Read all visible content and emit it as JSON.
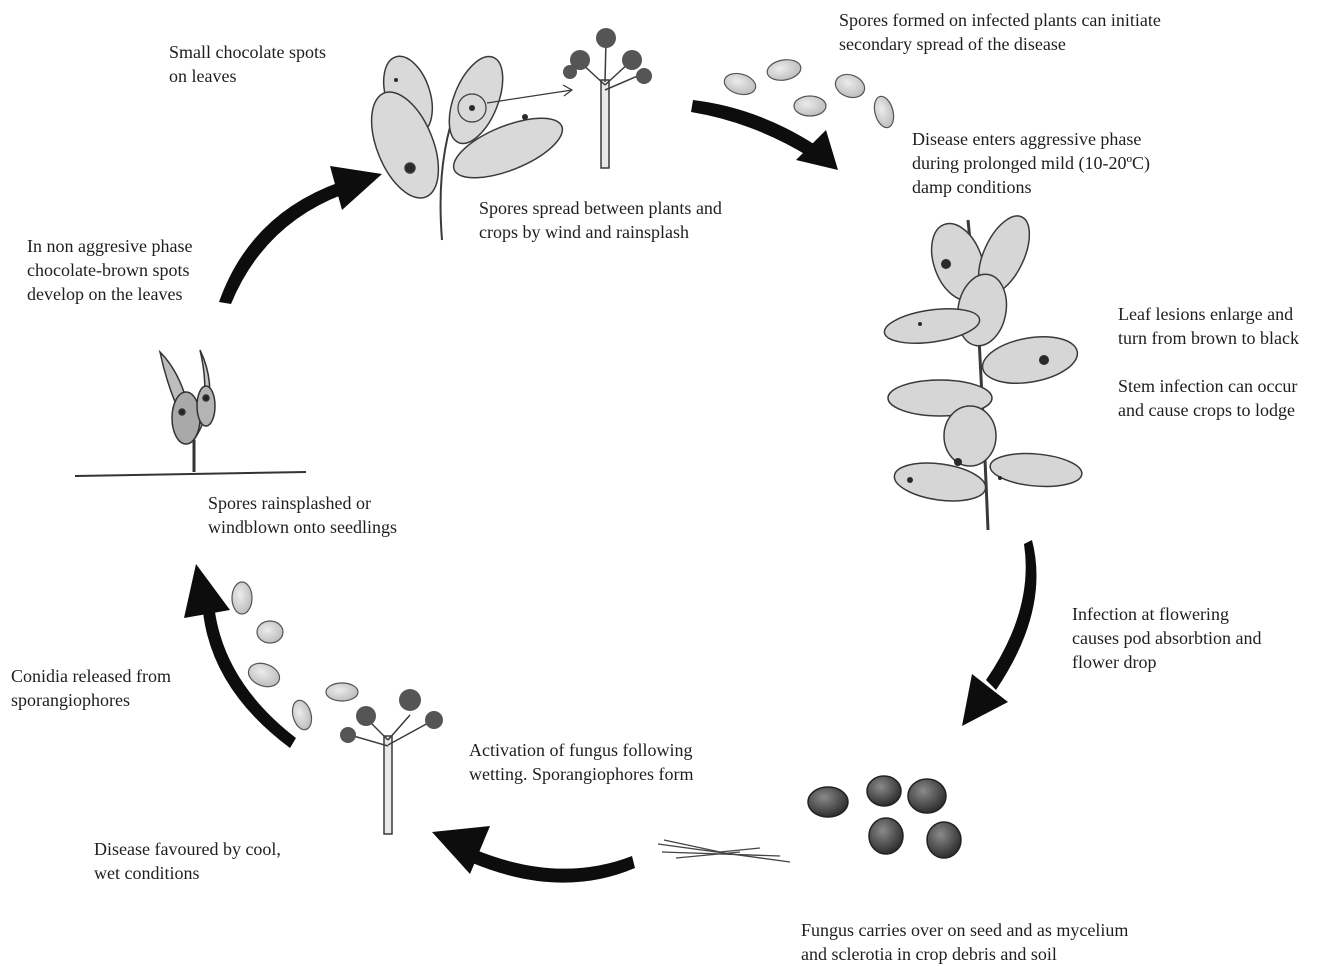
{
  "labels": {
    "small_spots": [
      "Small chocolate spots",
      "on leaves"
    ],
    "spores_formed": [
      "Spores formed on infected plants can initiate",
      "secondary spread of the disease"
    ],
    "aggressive_phase": [
      "Disease enters aggressive phase",
      "during prolonged mild (10-20ºC)",
      "damp conditions"
    ],
    "spores_spread": [
      "Spores spread between plants and",
      "crops by wind and rainsplash"
    ],
    "non_aggressive": [
      "In non aggresive phase",
      "chocolate-brown spots",
      "develop on the leaves"
    ],
    "lesions": [
      "Leaf lesions enlarge and",
      "turn from brown to black"
    ],
    "stem_infection": [
      "Stem infection can occur",
      "and cause crops to lodge"
    ],
    "seedlings": [
      "Spores rainsplashed or",
      "windblown onto seedlings"
    ],
    "flowering": [
      "Infection at flowering",
      "causes pod absorbtion and",
      "flower drop"
    ],
    "conidia": [
      "Conidia released from",
      "sporangiophores"
    ],
    "activation": [
      "Activation of fungus following",
      "wetting. Sporangiophores form"
    ],
    "favoured": [
      "Disease favoured by cool,",
      "wet conditions"
    ],
    "carryover": [
      "Fungus carries over on seed and as mycelium",
      "and sclerotia in crop debris and soil"
    ]
  },
  "colors": {
    "arrow": "#0d0d0d",
    "leaf": "#d4d4d4",
    "leaf_outline": "#3a3a3a",
    "spore": "#cfcfcf",
    "sclerotia": "#4a4a4a",
    "lesion": "#2a2a2a"
  }
}
